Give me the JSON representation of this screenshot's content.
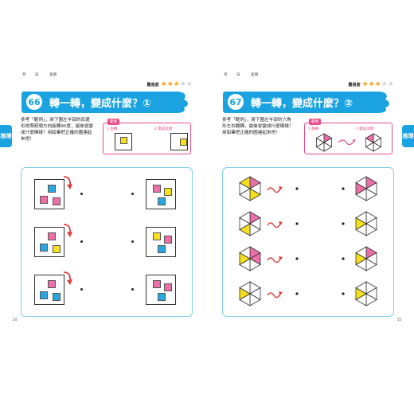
{
  "category_tab": "推理",
  "colors": {
    "accent": "#1aa3e0",
    "pink": "#ec6fa8",
    "blue": "#2aa7df",
    "yellow": "#f6e01c",
    "star": "#f5a61c",
    "panel_border": "#7fd0ea",
    "example_border": "#e74c8c"
  },
  "pages": {
    "left": {
      "date_labels": [
        "月",
        "日",
        "星期"
      ],
      "difficulty_label": "難易度",
      "difficulty": {
        "filled": 3,
        "total": 5
      },
      "number": "66",
      "title": "轉一轉，變成什麼？①",
      "instruction": "參考「範例」，將下圖左半部的四邊形依照箭頭方向旋轉90度，最後會變成什麼模樣？用鉛筆把正確的圖連起來吧！",
      "example": {
        "tag": "範例",
        "step1": "1 旋轉",
        "step2": "2 變成這樣"
      },
      "page_number": "54"
    },
    "right": {
      "date_labels": [
        "月",
        "日",
        "星期"
      ],
      "difficulty_label": "難易度",
      "difficulty": {
        "filled": 3,
        "total": 5
      },
      "number": "67",
      "title": "轉一轉，變成什麼？②",
      "instruction": "參考「範例」，將下圖左半部的六角形左右翻轉，最後會變成什麼模樣？用鉛筆把正確的圖連起來吧！",
      "example": {
        "tag": "範例",
        "step1": "1 翻轉",
        "step2": "2 變成這樣"
      },
      "page_number": "55"
    }
  },
  "puzzles": {
    "left_rows": [
      {
        "left": [
          "blue",
          "pink",
          "pink"
        ],
        "right": [
          "pink",
          "yellow",
          "blue"
        ]
      },
      {
        "left": [
          "pink",
          "blue",
          "yellow"
        ],
        "right": [
          "yellow",
          "pink",
          "blue"
        ]
      },
      {
        "left": [
          "pink",
          "blue",
          "blue"
        ],
        "right": [
          "pink",
          "pink",
          "blue"
        ]
      }
    ],
    "hex_rows": [
      {
        "left": [
          "pink",
          "white",
          "yellow",
          "white",
          "white",
          "yellow"
        ],
        "right": [
          "pink",
          "white",
          "white",
          "white",
          "pink",
          "white"
        ]
      },
      {
        "left": [
          "pink",
          "white",
          "white",
          "yellow",
          "white",
          "white"
        ],
        "right": [
          "white",
          "white",
          "white",
          "white",
          "yellow",
          "white"
        ]
      },
      {
        "left": [
          "pink",
          "pink",
          "white",
          "white",
          "yellow",
          "white"
        ],
        "right": [
          "pink",
          "white",
          "white",
          "white",
          "yellow",
          "white"
        ]
      },
      {
        "left": [
          "white",
          "white",
          "white",
          "white",
          "yellow",
          "white"
        ],
        "right": [
          "white",
          "white",
          "white",
          "white",
          "yellow",
          "white"
        ]
      }
    ]
  }
}
